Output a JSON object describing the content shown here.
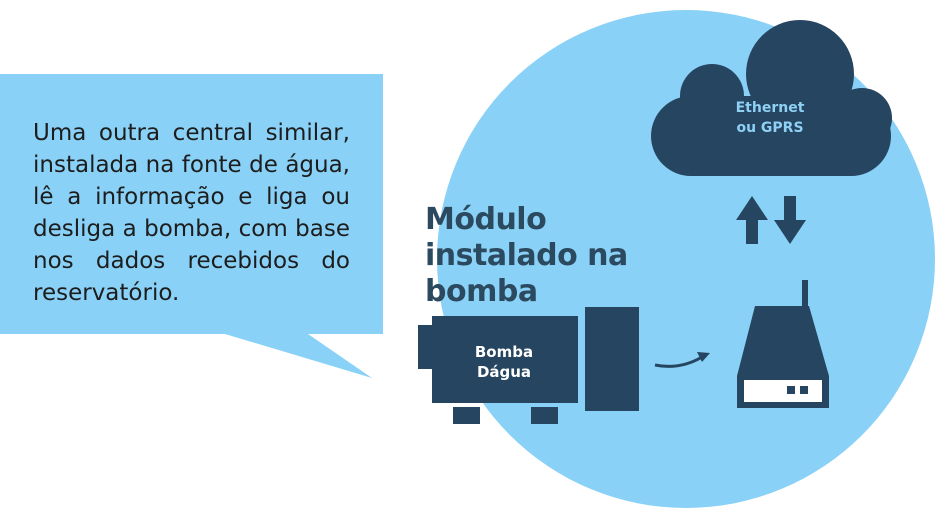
{
  "callout": {
    "text": "Uma outra central similar, instalada na fonte de água, lê a informação e liga ou desliga a bomba, com base nos dados recebidos do reservatório."
  },
  "module": {
    "title": "Módulo instalado na bomba"
  },
  "cloud": {
    "label_line1": "Ethernet",
    "label_line2": "ou GPRS"
  },
  "pump": {
    "label_line1": "Bomba",
    "label_line2": "Dágua"
  },
  "colors": {
    "light_blue": "#89d1f6",
    "dark_navy": "#264560",
    "text_dark": "#1d1d1d",
    "title_navy": "#2b4a60",
    "cloud_text": "#8fd0f5"
  },
  "icons": {
    "cloud": "cloud-icon",
    "arrows": "up-down-arrows-icon",
    "pump": "water-pump-icon",
    "router": "router-device-icon",
    "curved_arrow": "curved-arrow-icon"
  }
}
